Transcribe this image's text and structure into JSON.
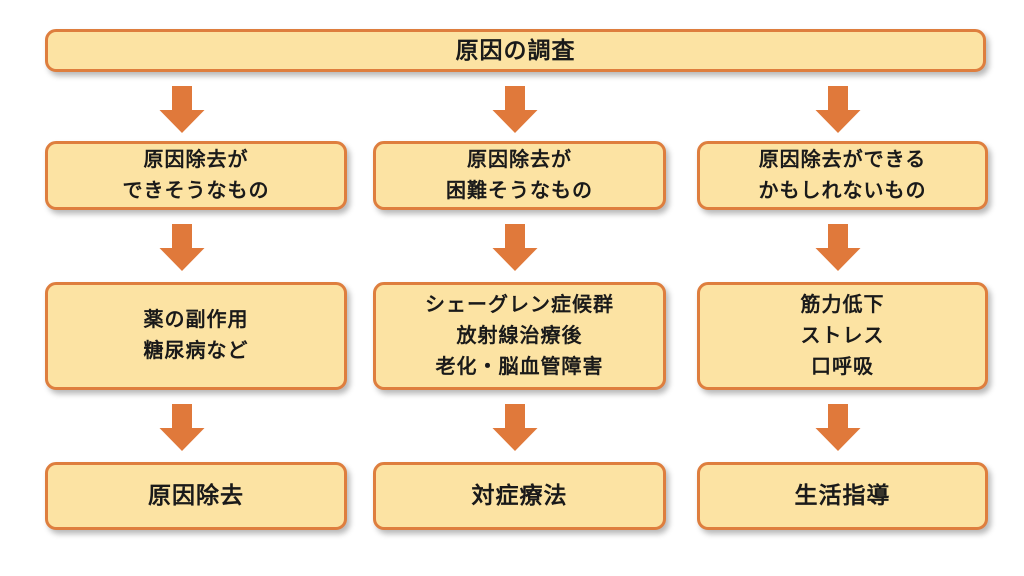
{
  "diagram": {
    "type": "flowchart",
    "colors": {
      "background": "#FFFFFF",
      "box_fill": "#FCE3A3",
      "box_border": "#DE7E3E",
      "arrow": "#E0793B",
      "text": "#1A1A1A"
    },
    "root": {
      "label": "原因の調査"
    },
    "columns": [
      {
        "branch": "原因除去が\nできそうなもの",
        "causes": "薬の副作用\n糖尿病など",
        "treatment": "原因除去"
      },
      {
        "branch": "原因除去が\n困難そうなもの",
        "causes": "シェーグレン症候群\n放射線治療後\n老化・脳血管障害",
        "treatment": "対症療法"
      },
      {
        "branch": "原因除去ができる\nかもしれないもの",
        "causes": "筋力低下\nストレス\n口呼吸",
        "treatment": "生活指導"
      }
    ]
  }
}
